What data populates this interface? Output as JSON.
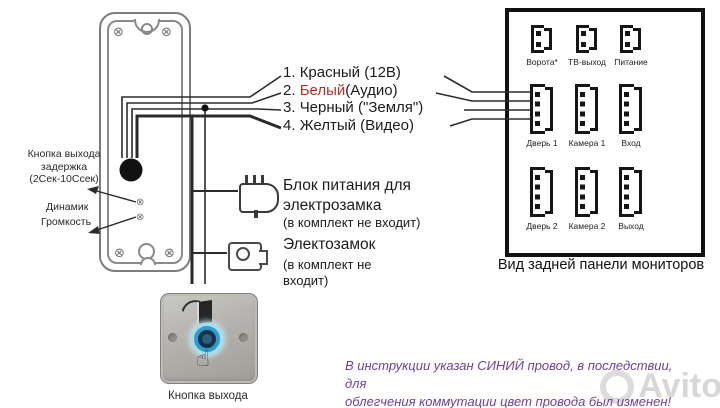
{
  "door_station": {
    "delay_label": [
      "Кнопка выхода",
      "задержка",
      "(2Сек-10Ссек)"
    ],
    "speaker_label": "Динамик",
    "volume_label": "Громкость"
  },
  "wires": [
    {
      "num": "1.",
      "name": "Красный",
      "detail": " (12В)"
    },
    {
      "num": "2.",
      "name": "Белый",
      "detail": "(Аудио)"
    },
    {
      "num": "3.",
      "name": "Черный",
      "detail": " (\"Земля\")"
    },
    {
      "num": "4.",
      "name": "Желтый",
      "detail": " (Видео)"
    }
  ],
  "power_supply": {
    "title_lines": [
      "Блок питания для",
      "электрозамка"
    ],
    "note": "(в комплект не входит)"
  },
  "lock": {
    "title": "Электозамок",
    "note_lines": [
      "(в комплект не",
      "входит)"
    ]
  },
  "exit_button": {
    "caption": "Кнопка выхода"
  },
  "monitors": {
    "caption": "Вид задней панели мониторов",
    "connectors": [
      {
        "label": "Ворота*"
      },
      {
        "label": "ТВ-выход"
      },
      {
        "label": "Питание"
      },
      {
        "label": "Дверь 1"
      },
      {
        "label": "Камера 1"
      },
      {
        "label": "Вход"
      },
      {
        "label": "Дверь 2"
      },
      {
        "label": "Камера 2"
      },
      {
        "label": "Выход"
      }
    ]
  },
  "note": {
    "lines": [
      "В инструкции указан СИНИЙ провод,  в последствии, для",
      "облегчения коммутации цвет провода был изменен!"
    ]
  },
  "watermark": "Avito",
  "colors": {
    "wire_name_highlight": "#b2312a",
    "note_text": "#6d4199",
    "button_ring": "#2d9fc6"
  }
}
